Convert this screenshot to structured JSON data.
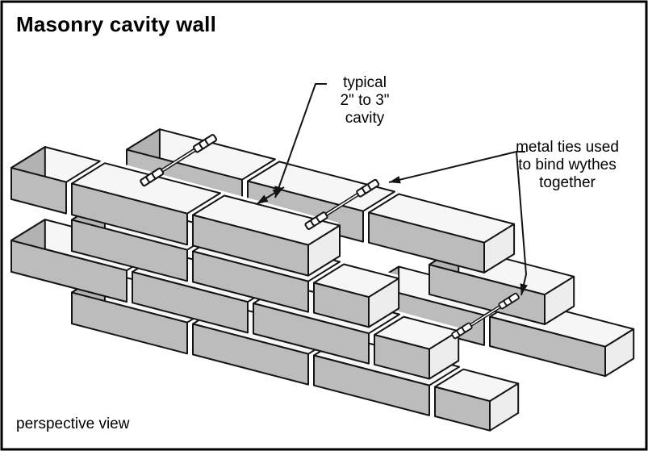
{
  "title": "Masonry cavity wall",
  "view_label": "perspective view",
  "annotations": {
    "cavity": {
      "lines": [
        "typical",
        "2\" to 3\"",
        "cavity"
      ]
    },
    "metal_ties": {
      "lines": [
        "metal ties used",
        "to bind wythes",
        "together"
      ]
    }
  },
  "diagram": {
    "subject": "masonry cavity wall, perspective construction detail",
    "wythes_visible": 2,
    "courses_visible": 4,
    "metal_ties_visible": 3,
    "colors": {
      "background": "#ffffff",
      "border": "#000000",
      "line": "#141414",
      "brick_front": "#bcbcbc",
      "brick_top": "#f6f6f6",
      "brick_end_left": "#b2b2b2",
      "brick_end_right": "#ededed",
      "tie_fill": "#ffffff",
      "text": "#000000"
    }
  }
}
